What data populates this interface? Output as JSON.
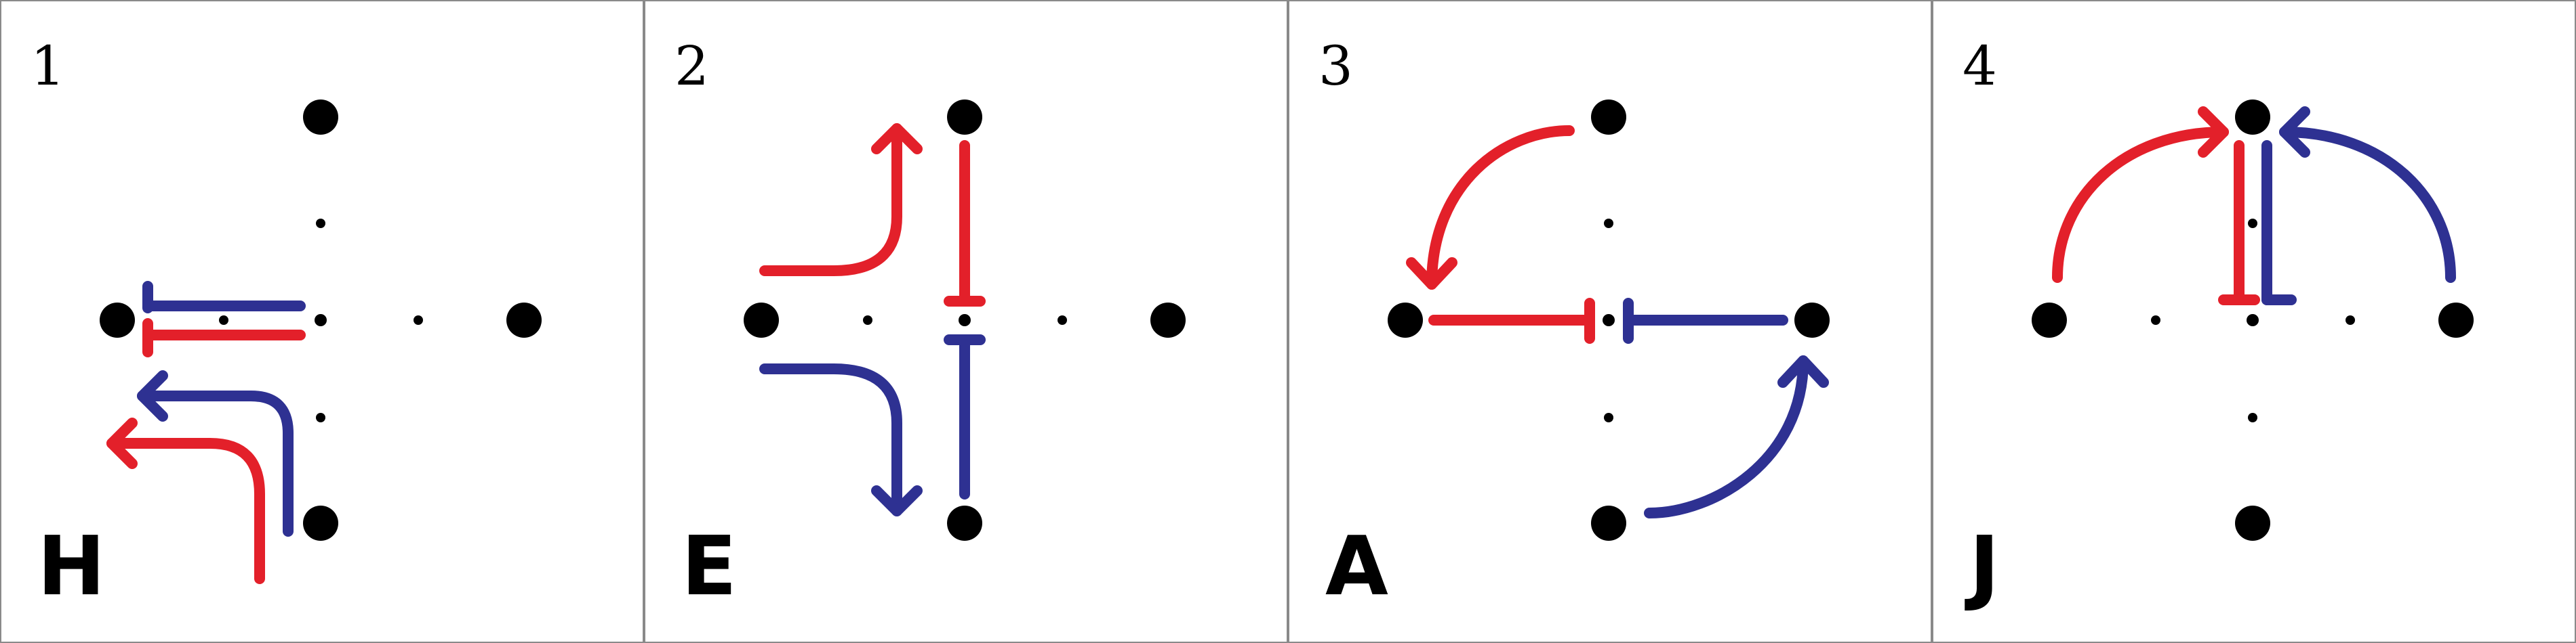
{
  "panels": [
    {
      "number": "1",
      "letter": "H"
    },
    {
      "number": "2",
      "letter": "E"
    },
    {
      "number": "3",
      "letter": "A"
    },
    {
      "number": "4",
      "letter": "J"
    }
  ],
  "colors": {
    "red": "#e3202a",
    "blue": "#2e3192",
    "dot": "#000000",
    "border": "#8a8a8a"
  }
}
